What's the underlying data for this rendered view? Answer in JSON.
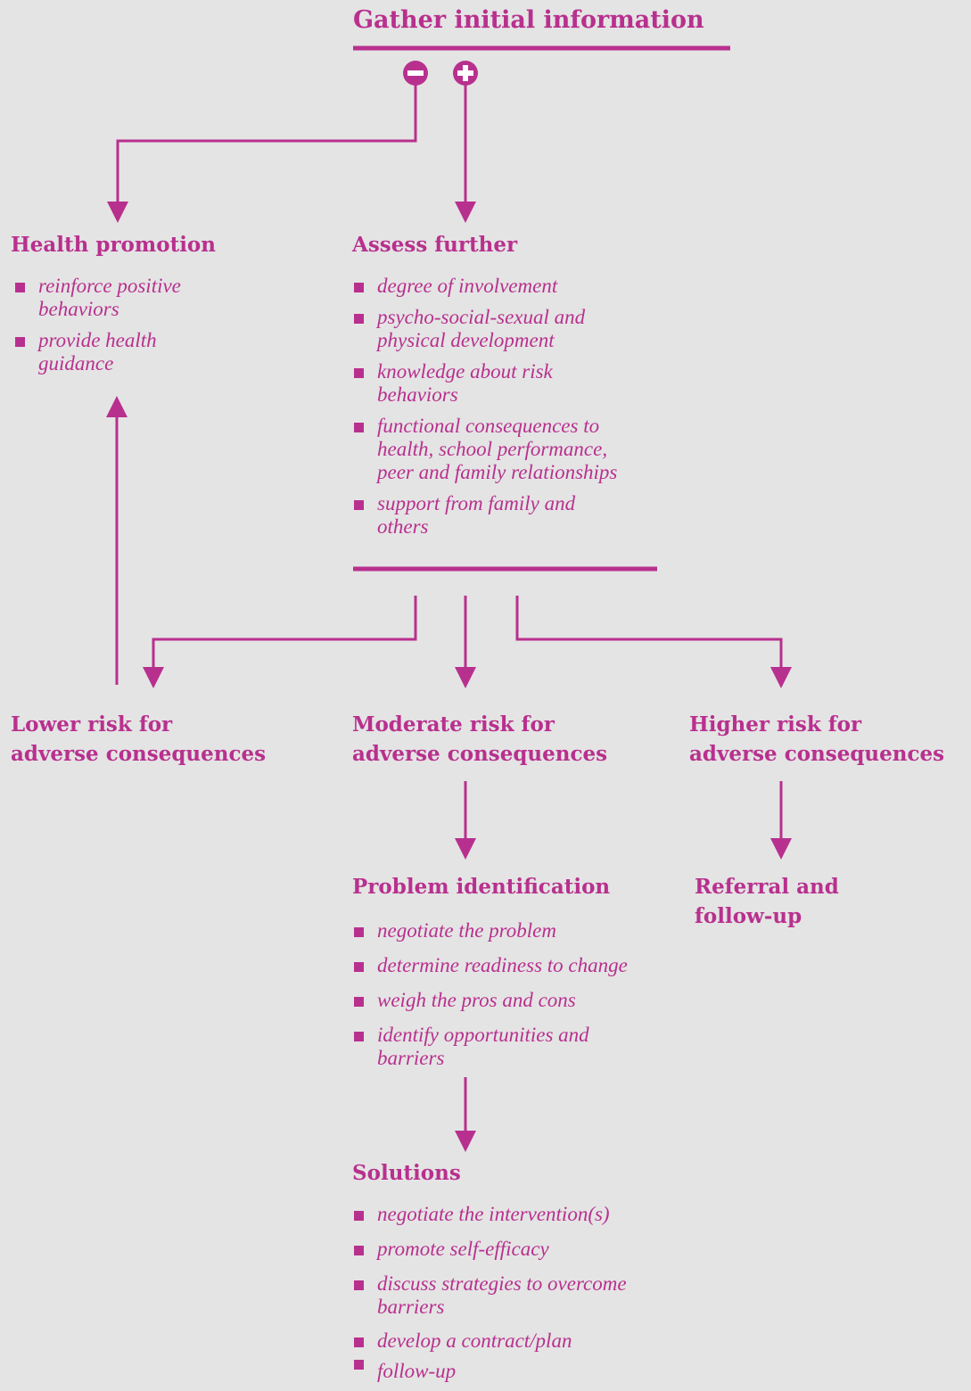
{
  "top": {
    "title": "Gather initial information"
  },
  "health_promotion": {
    "title": "Health promotion",
    "items": [
      {
        "text": "reinforce positive\nbehaviors"
      },
      {
        "text": "provide health\nguidance"
      }
    ]
  },
  "assess_further": {
    "title": "Assess further",
    "items": [
      {
        "text": "degree of involvement"
      },
      {
        "text": "psycho-social-sexual and\nphysical development"
      },
      {
        "text": "knowledge about risk\nbehaviors"
      },
      {
        "text": "functional consequences to\nhealth, school performance,\npeer and family relationships"
      },
      {
        "text": "support from family and\nothers"
      }
    ]
  },
  "risk_levels": {
    "lower": {
      "line1": "Lower risk for",
      "line2": "adverse consequences"
    },
    "moderate": {
      "line1": "Moderate risk for",
      "line2": "adverse consequences"
    },
    "higher": {
      "line1": "Higher risk for",
      "line2": "adverse consequences"
    }
  },
  "problem_identification": {
    "title": "Problem identification",
    "items": [
      {
        "text": "negotiate the problem"
      },
      {
        "text": "determine readiness to change"
      },
      {
        "text": "weigh the pros and cons"
      },
      {
        "text": "identify opportunities and\nbarriers"
      }
    ]
  },
  "referral": {
    "line1": "Referral and",
    "line2": "follow-up"
  },
  "solutions": {
    "title": "Solutions",
    "items": [
      {
        "text": "negotiate the intervention(s)"
      },
      {
        "text": "promote self-efficacy"
      },
      {
        "text": "discuss strategies to overcome\nbarriers"
      },
      {
        "text": "develop a contract/plan"
      },
      {
        "text": "follow-up"
      }
    ]
  },
  "colors": {
    "accent": "#b8308e",
    "background": "#e4e4e4"
  },
  "icons": {
    "negative": "minus-circle-icon",
    "positive": "plus-circle-icon"
  }
}
